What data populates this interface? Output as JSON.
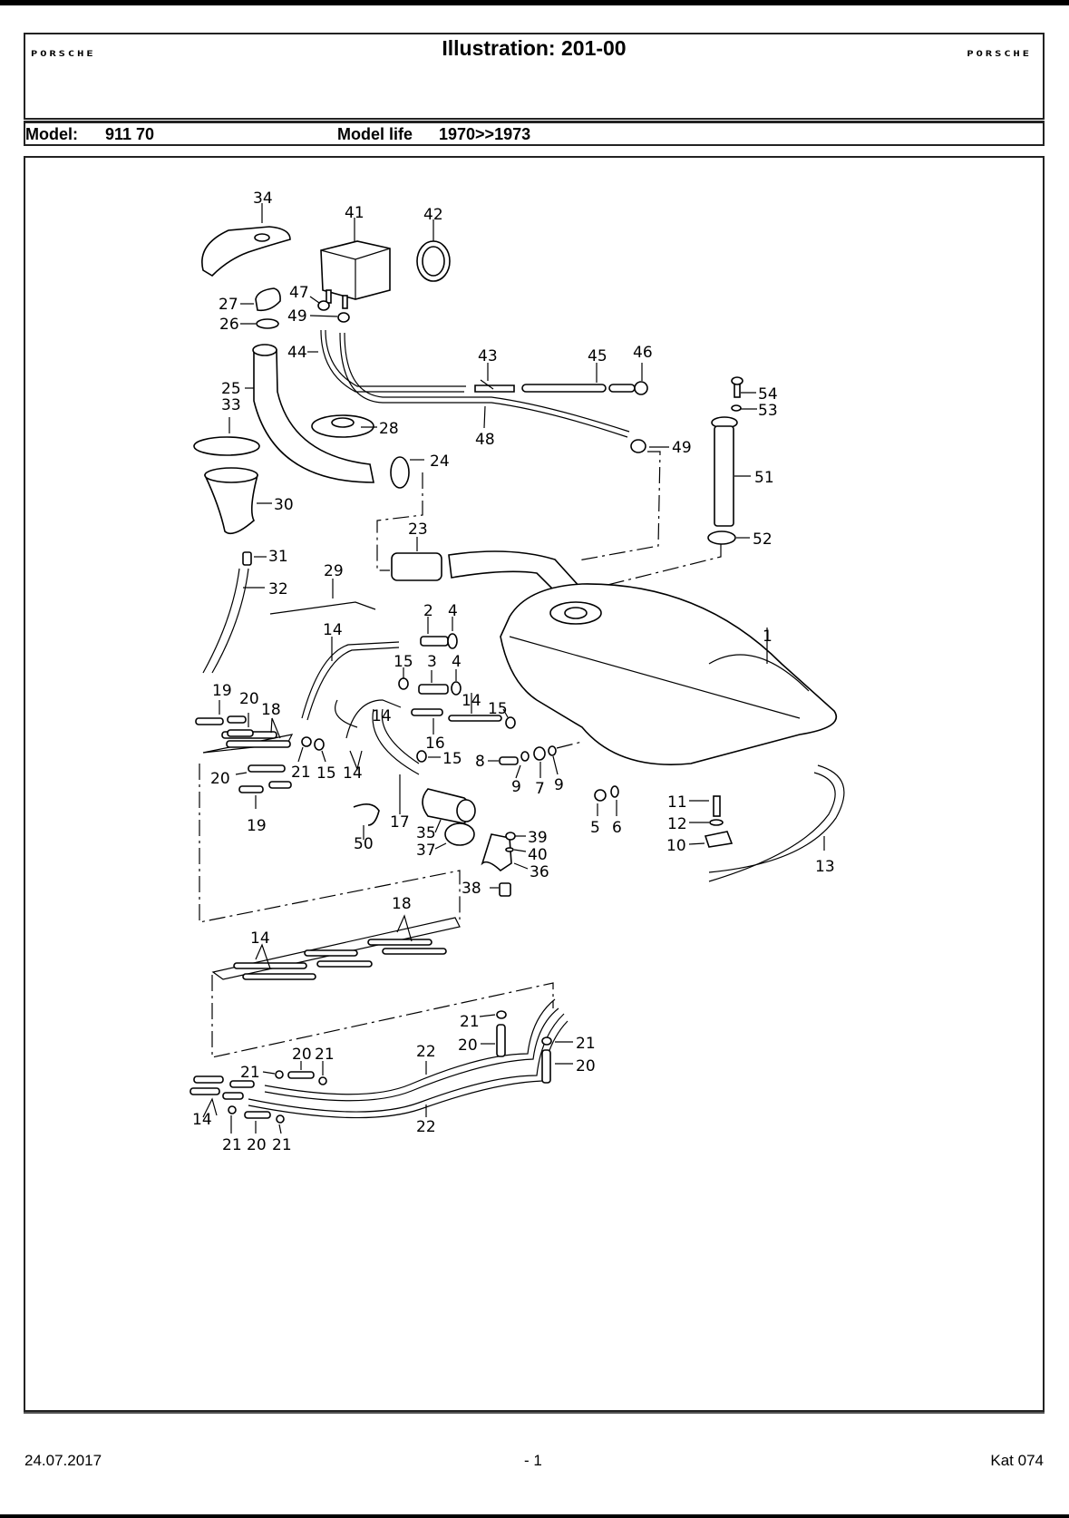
{
  "header": {
    "brand_logo_left": "PORSCHE",
    "brand_logo_right": "PORSCHE",
    "title": "Illustration: 201-00"
  },
  "model_bar": {
    "model_label": "Model:",
    "model_value": "911 70",
    "model_life_label": "Model life",
    "model_life_value": "1970>>1973"
  },
  "diagram": {
    "description": "Fuel tank and fuel line exploded parts illustration",
    "callouts": [
      {
        "id": "c34",
        "text": "34"
      },
      {
        "id": "c41",
        "text": "41"
      },
      {
        "id": "c42",
        "text": "42"
      },
      {
        "id": "c27",
        "text": "27"
      },
      {
        "id": "c47",
        "text": "47"
      },
      {
        "id": "c26",
        "text": "26"
      },
      {
        "id": "c49a",
        "text": "49"
      },
      {
        "id": "c44",
        "text": "44"
      },
      {
        "id": "c43",
        "text": "43"
      },
      {
        "id": "c45",
        "text": "45"
      },
      {
        "id": "c46",
        "text": "46"
      },
      {
        "id": "c54",
        "text": "54"
      },
      {
        "id": "c53",
        "text": "53"
      },
      {
        "id": "c25",
        "text": "25"
      },
      {
        "id": "c33",
        "text": "33"
      },
      {
        "id": "c28",
        "text": "28"
      },
      {
        "id": "c48",
        "text": "48"
      },
      {
        "id": "c49b",
        "text": "49"
      },
      {
        "id": "c24",
        "text": "24"
      },
      {
        "id": "c51",
        "text": "51"
      },
      {
        "id": "c30",
        "text": "30"
      },
      {
        "id": "c23",
        "text": "23"
      },
      {
        "id": "c52",
        "text": "52"
      },
      {
        "id": "c31",
        "text": "31"
      },
      {
        "id": "c32",
        "text": "32"
      },
      {
        "id": "c29",
        "text": "29"
      },
      {
        "id": "c2",
        "text": "2"
      },
      {
        "id": "c4a",
        "text": "4"
      },
      {
        "id": "c14a",
        "text": "14"
      },
      {
        "id": "c1",
        "text": "1"
      },
      {
        "id": "c15a",
        "text": "15"
      },
      {
        "id": "c3",
        "text": "3"
      },
      {
        "id": "c4b",
        "text": "4"
      },
      {
        "id": "c19a",
        "text": "19"
      },
      {
        "id": "c20a",
        "text": "20"
      },
      {
        "id": "c18a",
        "text": "18"
      },
      {
        "id": "c14b",
        "text": "14"
      },
      {
        "id": "c15b",
        "text": "15"
      },
      {
        "id": "c14c",
        "text": "14"
      },
      {
        "id": "c16",
        "text": "16"
      },
      {
        "id": "c15c",
        "text": "15"
      },
      {
        "id": "c8",
        "text": "8"
      },
      {
        "id": "c9a",
        "text": "9"
      },
      {
        "id": "c7",
        "text": "7"
      },
      {
        "id": "c9b",
        "text": "9"
      },
      {
        "id": "c20b",
        "text": "20"
      },
      {
        "id": "c21a",
        "text": "21"
      },
      {
        "id": "c15d",
        "text": "15"
      },
      {
        "id": "c14d",
        "text": "14"
      },
      {
        "id": "c19b",
        "text": "19"
      },
      {
        "id": "c17",
        "text": "17"
      },
      {
        "id": "c50",
        "text": "50"
      },
      {
        "id": "c35",
        "text": "35"
      },
      {
        "id": "c5",
        "text": "5"
      },
      {
        "id": "c6",
        "text": "6"
      },
      {
        "id": "c11",
        "text": "11"
      },
      {
        "id": "c12",
        "text": "12"
      },
      {
        "id": "c10",
        "text": "10"
      },
      {
        "id": "c13",
        "text": "13"
      },
      {
        "id": "c39",
        "text": "39"
      },
      {
        "id": "c37",
        "text": "37"
      },
      {
        "id": "c40",
        "text": "40"
      },
      {
        "id": "c36",
        "text": "36"
      },
      {
        "id": "c38",
        "text": "38"
      },
      {
        "id": "c18b",
        "text": "18"
      },
      {
        "id": "c14e",
        "text": "14"
      },
      {
        "id": "c21b",
        "text": "21"
      },
      {
        "id": "c20c",
        "text": "20"
      },
      {
        "id": "c21c",
        "text": "21"
      },
      {
        "id": "c20d",
        "text": "20"
      },
      {
        "id": "c20e",
        "text": "20"
      },
      {
        "id": "c21d",
        "text": "21"
      },
      {
        "id": "c22a",
        "text": "22"
      },
      {
        "id": "c21e",
        "text": "21"
      },
      {
        "id": "c14f",
        "text": "14"
      },
      {
        "id": "c22b",
        "text": "22"
      },
      {
        "id": "c21f",
        "text": "21"
      },
      {
        "id": "c20f",
        "text": "20"
      },
      {
        "id": "c21g",
        "text": "21"
      }
    ]
  },
  "footer": {
    "date": "24.07.2017",
    "page": "- 1",
    "catalog": "Kat 074"
  }
}
